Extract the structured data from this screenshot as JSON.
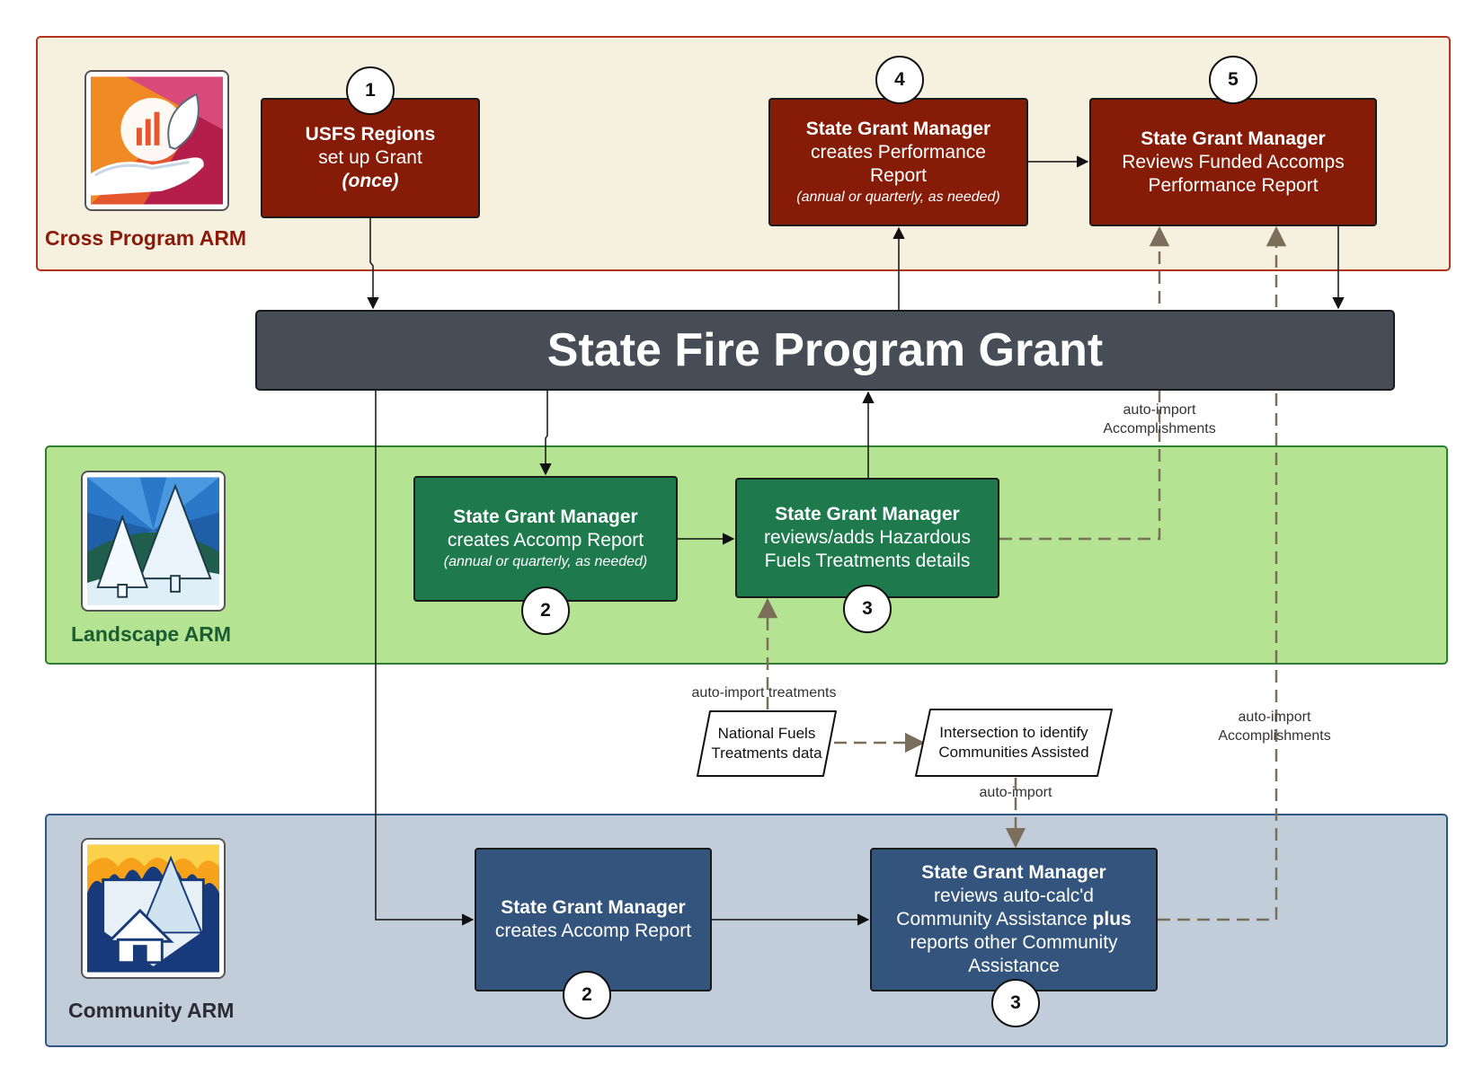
{
  "lanes": {
    "cross": {
      "label": "Cross Program ARM",
      "color": "#f6f0df"
    },
    "landscape": {
      "label": "Landscape ARM",
      "color": "#b4e391"
    },
    "community": {
      "label": "Community ARM",
      "color": "#c2cdda"
    }
  },
  "icons": {
    "cross": "hand-with-chart-and-leaf-icon",
    "landscape": "snowy-pine-trees-icon",
    "community": "house-and-trees-wildfire-icon"
  },
  "grant": {
    "title": "State Fire Program Grant"
  },
  "steps": {
    "s1": {
      "num": "1",
      "title": "USFS Regions",
      "line1": "set up Grant",
      "line2": "(once)"
    },
    "s4": {
      "num": "4",
      "title": "State Grant Manager",
      "line1": "creates Performance",
      "line2": "Report",
      "note": "(annual or quarterly, as needed)"
    },
    "s5": {
      "num": "5",
      "title": "State Grant Manager",
      "line1": "Reviews Funded Accomps",
      "line2": "Performance Report"
    },
    "s2l": {
      "num": "2",
      "title": "State Grant Manager",
      "line1": "creates Accomp Report",
      "note": "(annual or quarterly, as needed)"
    },
    "s3l": {
      "num": "3",
      "title": "State Grant Manager",
      "line1": "reviews/adds Hazardous",
      "line2": "Fuels Treatments details"
    },
    "s2c": {
      "num": "2",
      "title": "State Grant Manager",
      "line1": "creates Accomp Report"
    },
    "s3c": {
      "num": "3",
      "title": "State Grant Manager",
      "line1": "reviews auto-calc'd",
      "line2a": "Community Assistance ",
      "line2b": "plus",
      "line3": "reports other Community",
      "line4": "Assistance"
    }
  },
  "data_sources": {
    "nft": {
      "line1": "National Fuels",
      "line2": "Treatments data"
    },
    "intersect": {
      "line1": "Intersection to identify",
      "line2": "Communities Assisted"
    }
  },
  "annotations": {
    "top_right": {
      "line1": "auto-import",
      "line2": "Accomplishments"
    },
    "treatments": "auto-import treatments",
    "mid_right": {
      "line1": "auto-import",
      "line2": "Accomplishments"
    },
    "import": "auto-import"
  },
  "colors": {
    "cross_box": "#861c08",
    "land_box": "#1e7a4d",
    "comm_box": "#33547c",
    "grant_bar": "#474d57",
    "dashed_arrow": "#7b6e5a"
  }
}
